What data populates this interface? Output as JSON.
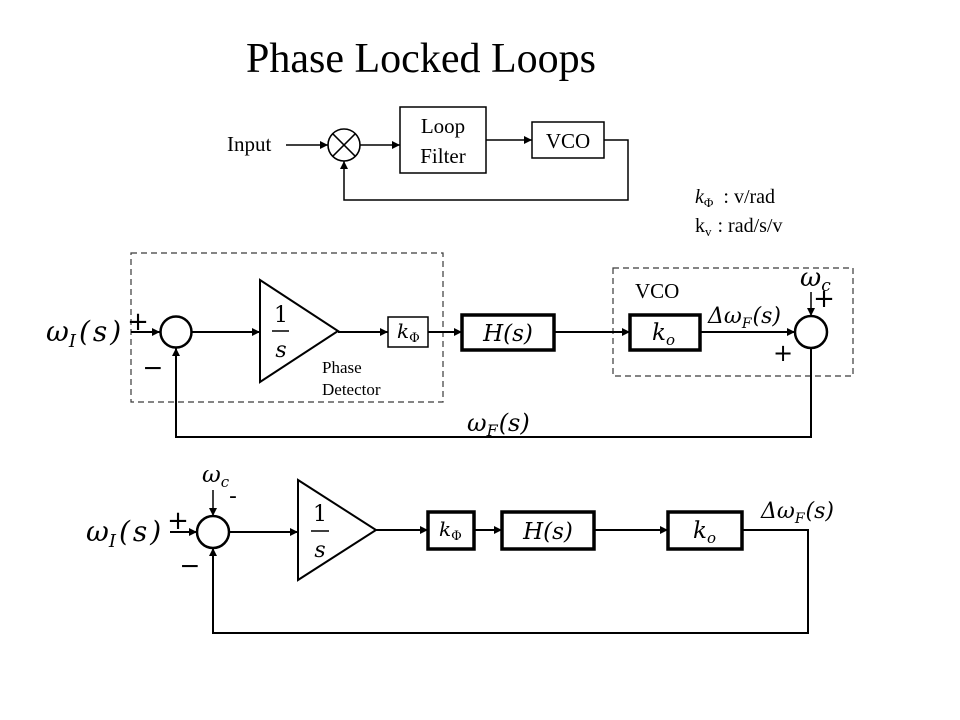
{
  "title": "Phase Locked Loops",
  "top_diagram": {
    "input_label": "Input",
    "loop_filter": {
      "line1": "Loop",
      "line2": "Filter"
    },
    "vco": "VCO"
  },
  "legend": [
    {
      "symbol": "k",
      "subscript": "Φ",
      "definition": ": v/rad"
    },
    {
      "symbol": "k",
      "subscript": "v",
      "definition": ": rad/s/v"
    }
  ],
  "middle_diagram": {
    "input": {
      "symbol": "ω",
      "subscript": "I",
      "argument": "(s)"
    },
    "summer1_plus": "+",
    "summer1_minus": "−",
    "integrator": {
      "numerator": "1",
      "denominator": "s"
    },
    "phase_detector": {
      "line1": "Phase",
      "line2": "Detector"
    },
    "k_phi": {
      "symbol": "k",
      "subscript": "Φ"
    },
    "loop_filter": "H(s)",
    "k_o": {
      "symbol": "k",
      "subscript": "o"
    },
    "vco_label": "VCO",
    "vco_output": {
      "symbol": "Δω",
      "subscript": "F",
      "argument": "(s)"
    },
    "center_freq": {
      "symbol": "ω",
      "subscript": "c"
    },
    "summer2_plus_top": "+",
    "summer2_plus_left": "+",
    "feedback": {
      "symbol": "ω",
      "subscript": "F",
      "argument": "(s)"
    }
  },
  "bottom_diagram": {
    "input": {
      "symbol": "ω",
      "subscript": "I",
      "argument": "(s)"
    },
    "summer_plus": "+",
    "summer_minus": "−",
    "center_freq": {
      "symbol": "ω",
      "subscript": "c"
    },
    "center_freq_sign": "-",
    "integrator": {
      "numerator": "1",
      "denominator": "s"
    },
    "k_phi": {
      "symbol": "k",
      "subscript": "Φ"
    },
    "loop_filter": "H(s)",
    "k_o": {
      "symbol": "k",
      "subscript": "o"
    },
    "output": {
      "symbol": "Δω",
      "subscript": "F",
      "argument": "(s)"
    }
  }
}
